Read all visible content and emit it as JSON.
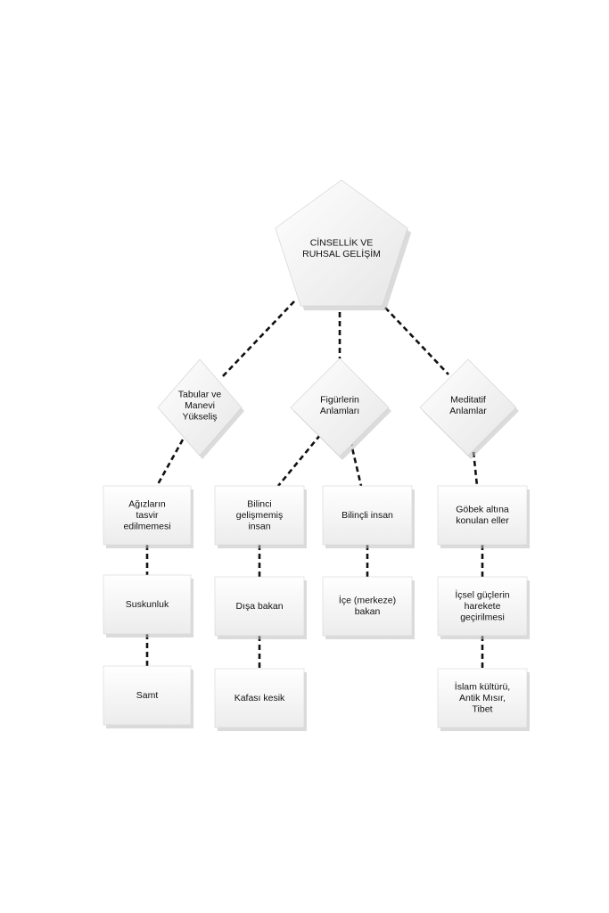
{
  "diagram": {
    "root": {
      "id": "root",
      "lines": [
        "CİNSELLİK VE",
        "RUHSAL GELİŞİM"
      ]
    },
    "categories": [
      {
        "id": "cat1",
        "lines": [
          "Tabular ve",
          "Manevi",
          "Yükseliş"
        ]
      },
      {
        "id": "cat2",
        "lines": [
          "Figürlerin",
          "Anlamları"
        ]
      },
      {
        "id": "cat3",
        "lines": [
          "Meditatif",
          "Anlamlar"
        ]
      }
    ],
    "items": [
      {
        "id": "a1",
        "lines": [
          "Ağızların",
          "tasvir",
          "edilmemesi"
        ]
      },
      {
        "id": "a2",
        "lines": [
          "Suskunluk"
        ]
      },
      {
        "id": "a3",
        "lines": [
          "Samt"
        ]
      },
      {
        "id": "b1",
        "lines": [
          "Bilinci",
          "gelişmemiş",
          "insan"
        ]
      },
      {
        "id": "b2",
        "lines": [
          "Dışa bakan"
        ]
      },
      {
        "id": "b3",
        "lines": [
          "Kafası kesik"
        ]
      },
      {
        "id": "c1",
        "lines": [
          "Bilinçli insan"
        ]
      },
      {
        "id": "c2",
        "lines": [
          "İçe (merkeze)",
          "bakan"
        ]
      },
      {
        "id": "d1",
        "lines": [
          "Göbek altına",
          "konulan eller"
        ]
      },
      {
        "id": "d2",
        "lines": [
          "İçsel güçlerin",
          "harekete",
          "geçirilmesi"
        ]
      },
      {
        "id": "d3",
        "lines": [
          "İslam kültürü,",
          "Antik Mısır,",
          "Tibet"
        ]
      }
    ],
    "edges": [
      [
        "root",
        "cat1"
      ],
      [
        "root",
        "cat2"
      ],
      [
        "root",
        "cat3"
      ],
      [
        "cat1",
        "a1"
      ],
      [
        "a1",
        "a2"
      ],
      [
        "a2",
        "a3"
      ],
      [
        "cat2",
        "b1"
      ],
      [
        "cat2",
        "c1"
      ],
      [
        "b1",
        "b2"
      ],
      [
        "b2",
        "b3"
      ],
      [
        "c1",
        "c2"
      ],
      [
        "cat3",
        "d1"
      ],
      [
        "d1",
        "d2"
      ],
      [
        "d2",
        "d3"
      ]
    ]
  }
}
